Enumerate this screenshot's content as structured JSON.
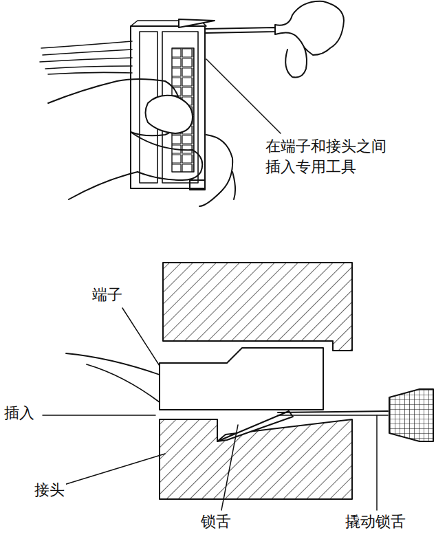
{
  "diagram": {
    "labels": [
      "在端子和接头之间 插入专用工具",
      "端子",
      "插入",
      "接头",
      "锁舌",
      "撬动锁舌"
    ]
  }
}
